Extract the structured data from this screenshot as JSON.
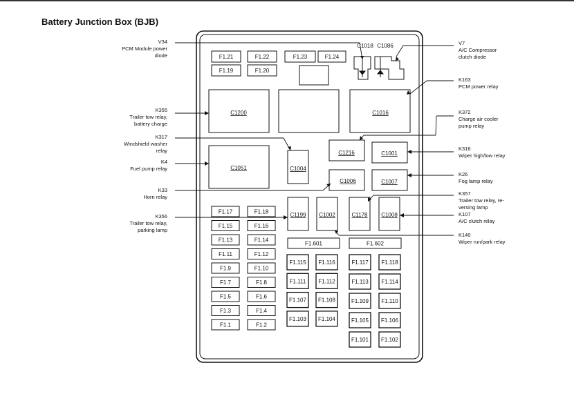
{
  "title": "Battery Junction Box (BJB)",
  "left_labels": [
    {
      "lines": [
        "V34",
        "PCM Module power",
        "diode"
      ]
    },
    {
      "lines": [
        "K355",
        "Trailer tow relay,",
        "battery charge"
      ]
    },
    {
      "lines": [
        "K317",
        "Windshield washer",
        "relay"
      ]
    },
    {
      "lines": [
        "K4",
        "Fuel pump relay"
      ]
    },
    {
      "lines": [
        "K33",
        "Horn relay"
      ]
    },
    {
      "lines": [
        "K356",
        "Trailer tow relay,",
        "parking lamp"
      ]
    }
  ],
  "right_labels": [
    {
      "lines": [
        "V7",
        "A/C Compressor",
        "clutch diode"
      ]
    },
    {
      "lines": [
        "K163",
        "PCM power relay"
      ]
    },
    {
      "lines": [
        "K372",
        "Charge air cooler",
        "pump relay"
      ]
    },
    {
      "lines": [
        "K316",
        "Wiper high/low relay"
      ]
    },
    {
      "lines": [
        "K26",
        "Fog lamp relay"
      ]
    },
    {
      "lines": [
        "K357",
        "Trailer tow relay, re-",
        "versing lamp"
      ]
    },
    {
      "lines": [
        "K107",
        "A/C clutch relay"
      ]
    },
    {
      "lines": [
        "K140",
        "Wiper run/park relay"
      ]
    }
  ],
  "connectors": [
    "C1018",
    "C1086"
  ],
  "blocks": {
    "C1200": "C1200",
    "C1016": "C1016",
    "C1051": "C1051",
    "C1004": "C1004",
    "C1216": "C1216",
    "C1001": "C1001",
    "C1006": "C1006",
    "C1007": "C1007",
    "C1199": "C1199",
    "C1002": "C1002",
    "C1178": "C1178",
    "C1008": "C1008"
  },
  "fuses_top": [
    "F1.21",
    "F1.22",
    "F1.23",
    "F1.24",
    "F1.19",
    "F1.20"
  ],
  "fuses_left": [
    "F1.17",
    "F1.18",
    "F1.15",
    "F1.16",
    "F1.13",
    "F1.14",
    "F1.11",
    "F1.12",
    "F1.9",
    "F1.10",
    "F1.7",
    "F1.8",
    "F1.5",
    "F1.6",
    "F1.3",
    "F1.4",
    "F1.1",
    "F1.2"
  ],
  "fuses_wide": [
    "F1.601",
    "F1.602"
  ],
  "fuses_mid": [
    "F1.115",
    "F1.116",
    "F1.111",
    "F1.112",
    "F1.107",
    "F1.108",
    "F1.103",
    "F1.104"
  ],
  "fuses_right": [
    "F1.117",
    "F1.118",
    "F1.113",
    "F1.114",
    "F1.109",
    "F1.110",
    "F1.105",
    "F1.106",
    "F1.101",
    "F1.102"
  ]
}
